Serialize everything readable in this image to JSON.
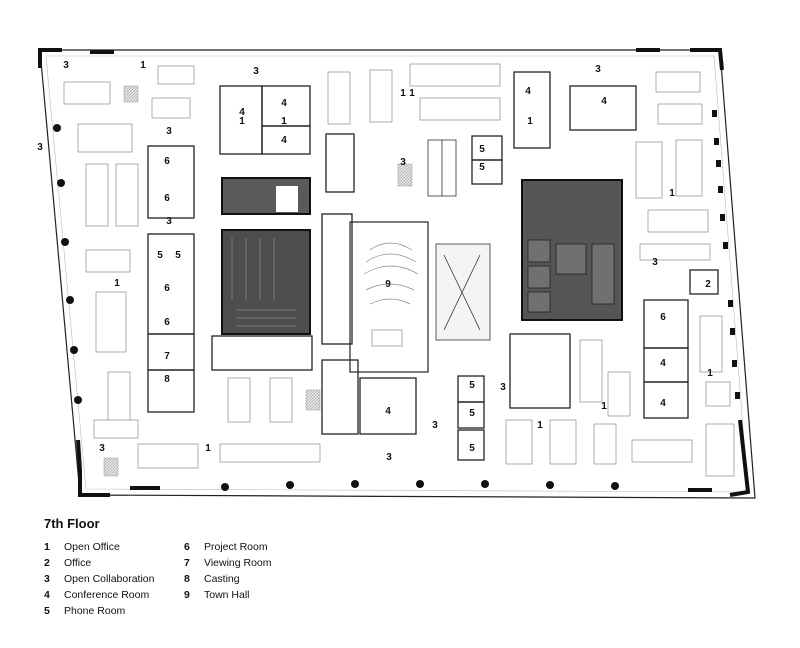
{
  "floor_title": "7th Floor",
  "legend": [
    {
      "num": "1",
      "label": "Open Office"
    },
    {
      "num": "2",
      "label": "Office"
    },
    {
      "num": "3",
      "label": "Open Collaboration"
    },
    {
      "num": "4",
      "label": "Conference Room"
    },
    {
      "num": "5",
      "label": "Phone Room"
    },
    {
      "num": "6",
      "label": "Project Room"
    },
    {
      "num": "7",
      "label": "Viewing Room"
    },
    {
      "num": "8",
      "label": "Casting"
    },
    {
      "num": "9",
      "label": "Town Hall"
    }
  ],
  "map_labels": [
    "3",
    "1",
    "3",
    "4",
    "4",
    "4",
    "1",
    "3",
    "4",
    "1",
    "4",
    "3",
    "3",
    "6",
    "6",
    "3",
    "3",
    "5",
    "5",
    "1",
    "5",
    "5",
    "3",
    "6",
    "6",
    "2",
    "1",
    "9",
    "1",
    "6",
    "7",
    "8",
    "1",
    "4",
    "3",
    "4",
    "4",
    "3",
    "5",
    "5",
    "5",
    "1",
    "1",
    "1",
    "1",
    "1",
    "3",
    "3"
  ],
  "colors": {
    "wall": "#111111",
    "dark_core": "#4a4a4a",
    "mid_core": "#6b6b6b",
    "furniture": "#9a9a9a",
    "hatch": "#c8c8c8"
  }
}
